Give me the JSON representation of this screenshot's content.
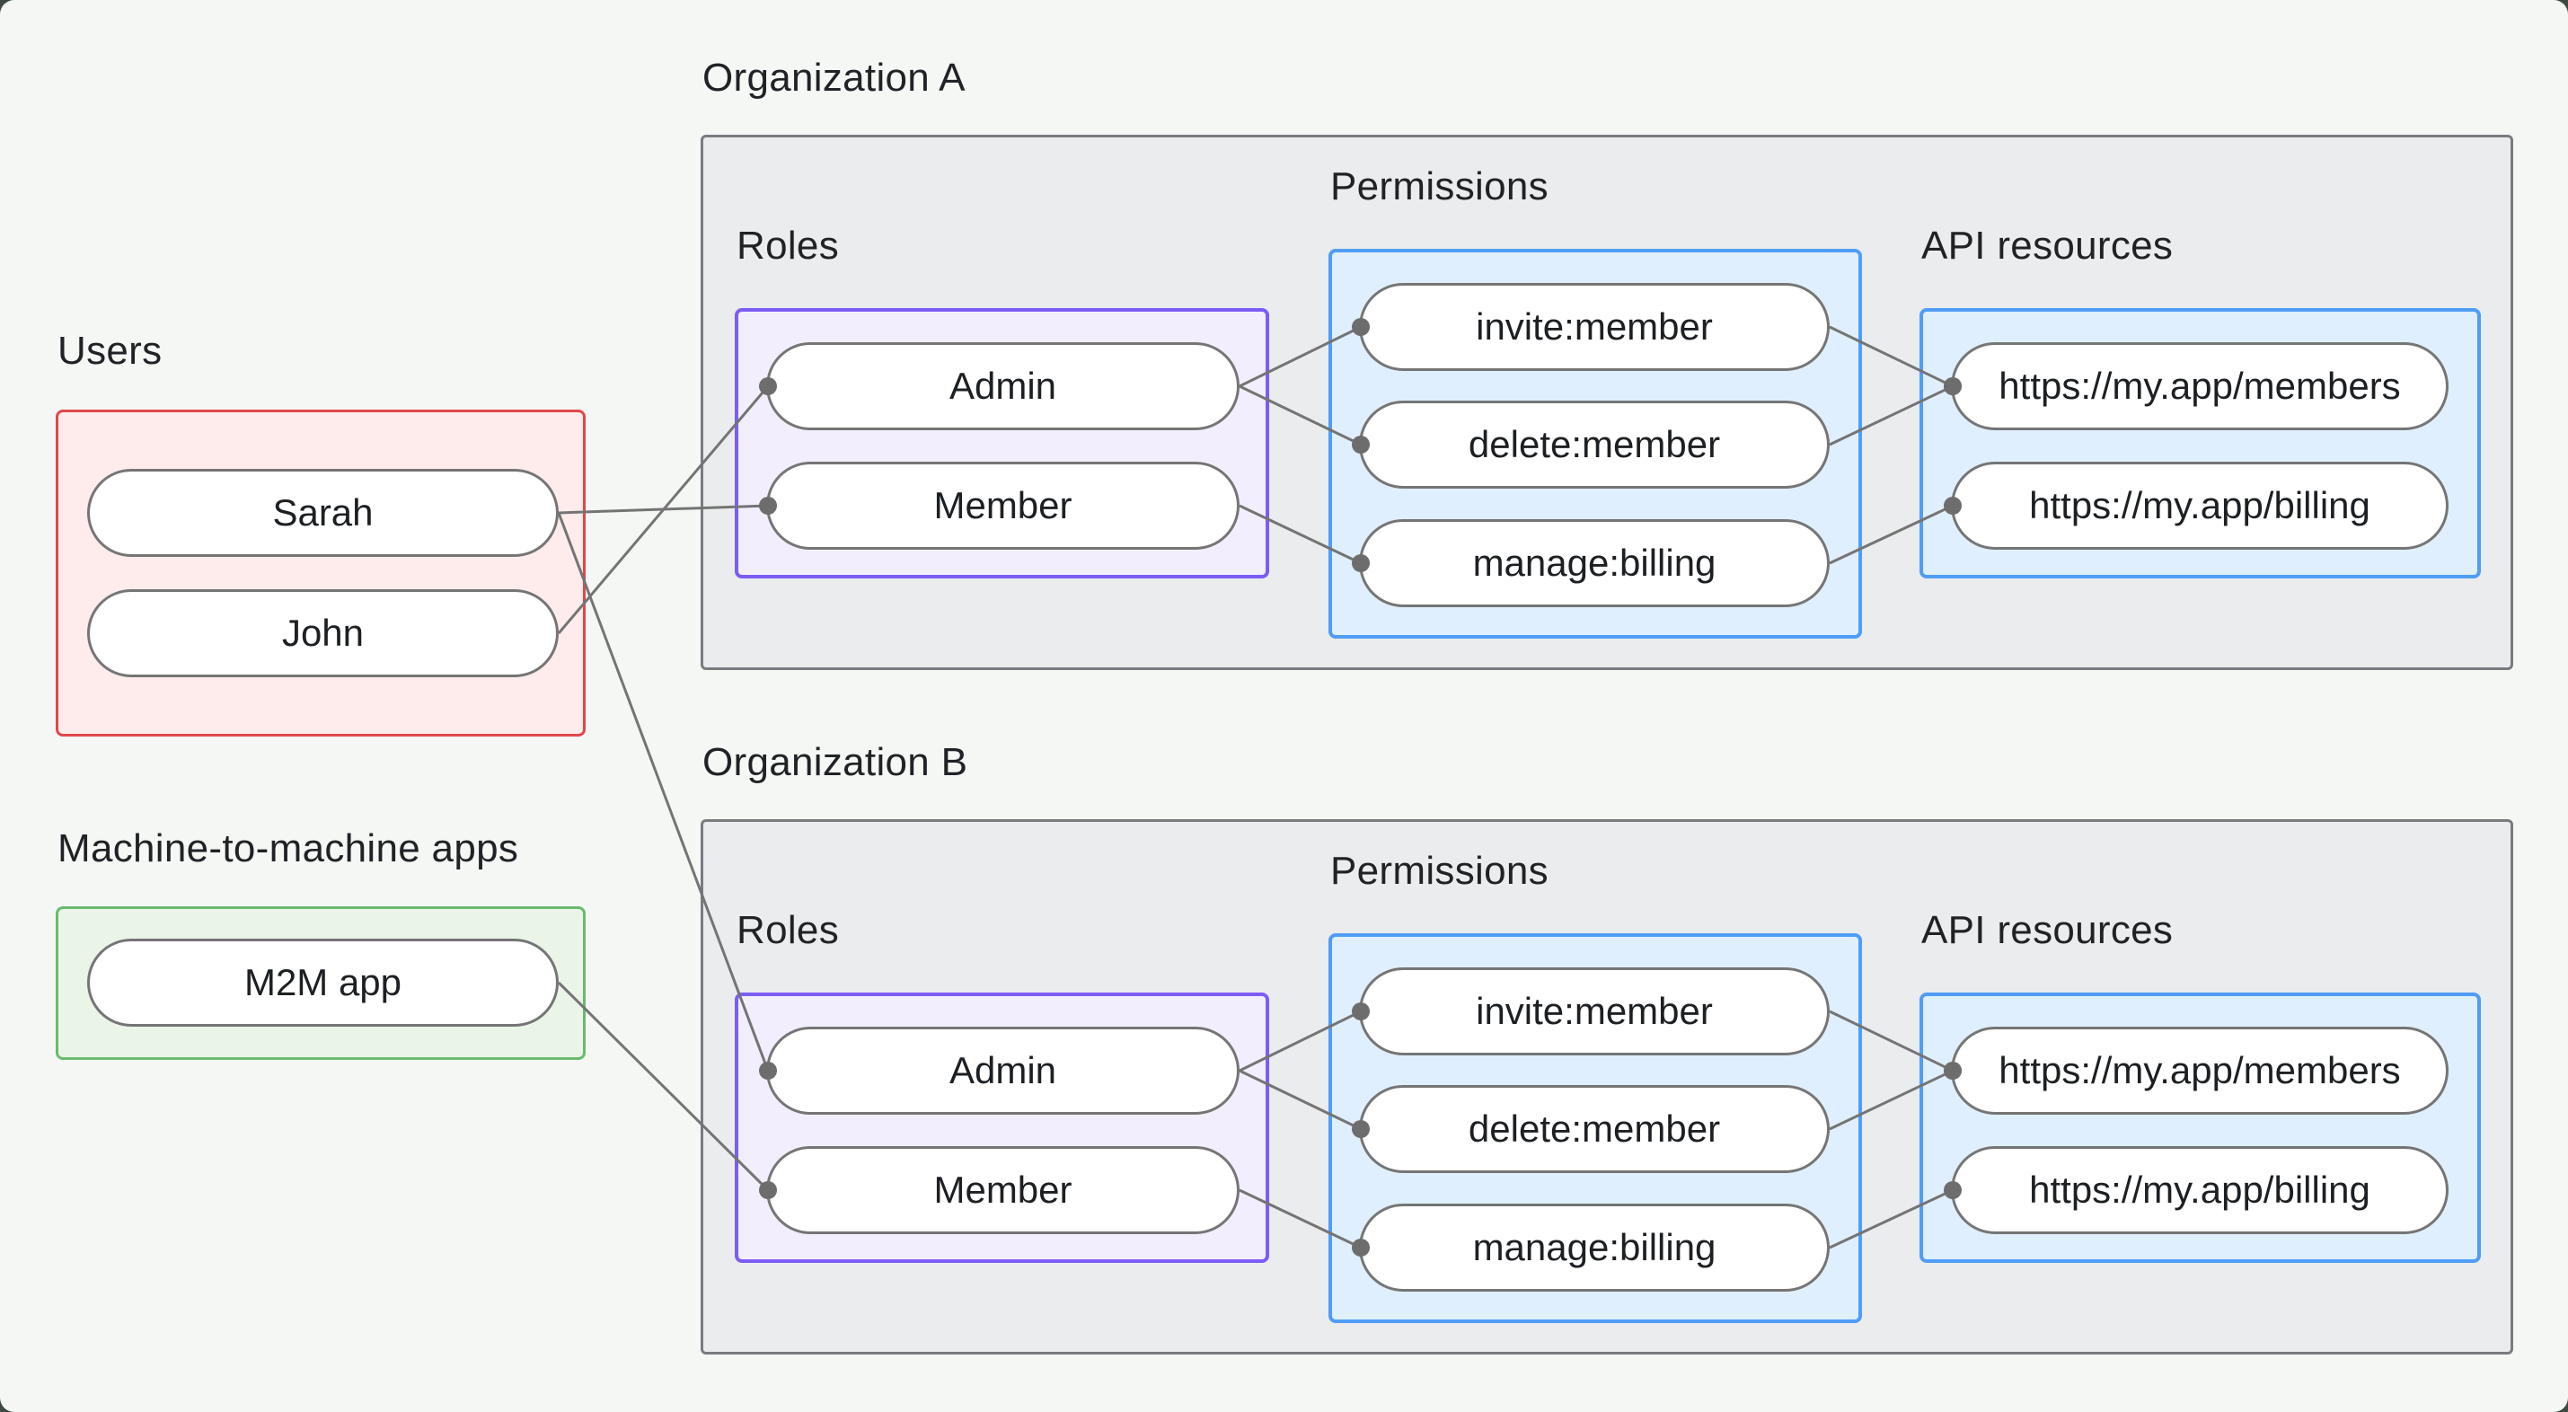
{
  "groups": {
    "users": {
      "label": "Users",
      "items": [
        "Sarah",
        "John"
      ]
    },
    "m2m_apps": {
      "label": "Machine-to-machine apps",
      "items": [
        "M2M app"
      ]
    },
    "org_a": {
      "label": "Organization A",
      "roles": {
        "label": "Roles",
        "items": [
          "Admin",
          "Member"
        ]
      },
      "permissions": {
        "label": "Permissions",
        "items": [
          "invite:member",
          "delete:member",
          "manage:billing"
        ]
      },
      "api_resources": {
        "label": "API resources",
        "items": [
          "https://my.app/members",
          "https://my.app/billing"
        ]
      }
    },
    "org_b": {
      "label": "Organization B",
      "roles": {
        "label": "Roles",
        "items": [
          "Admin",
          "Member"
        ]
      },
      "permissions": {
        "label": "Permissions",
        "items": [
          "invite:member",
          "delete:member",
          "manage:billing"
        ]
      },
      "api_resources": {
        "label": "API resources",
        "items": [
          "https://my.app/members",
          "https://my.app/billing"
        ]
      }
    }
  },
  "edges": [
    {
      "from": "sarah",
      "to": "a-member"
    },
    {
      "from": "john",
      "to": "a-admin"
    },
    {
      "from": "sarah",
      "to": "b-admin"
    },
    {
      "from": "m2m",
      "to": "b-member"
    },
    {
      "from": "a-admin",
      "to": "a-invite"
    },
    {
      "from": "a-admin",
      "to": "a-delete"
    },
    {
      "from": "a-member",
      "to": "a-manage"
    },
    {
      "from": "a-invite",
      "to": "a-members"
    },
    {
      "from": "a-delete",
      "to": "a-members"
    },
    {
      "from": "a-manage",
      "to": "a-billing"
    },
    {
      "from": "b-admin",
      "to": "b-invite"
    },
    {
      "from": "b-admin",
      "to": "b-delete"
    },
    {
      "from": "b-member",
      "to": "b-manage"
    },
    {
      "from": "b-invite",
      "to": "b-members"
    },
    {
      "from": "b-delete",
      "to": "b-members"
    },
    {
      "from": "b-manage",
      "to": "b-billing"
    }
  ],
  "style": {
    "canvas_background": "#f5f7f5",
    "backdrop": "#3f4b42",
    "users_border": "#e0484b",
    "m2m_border": "#69bb6d",
    "roles_border": "#7c5cf7",
    "blue_border": "#4f9df8",
    "org_border": "#797b7e",
    "line_color": "#747474",
    "dot_color": "#6d6d6d"
  }
}
